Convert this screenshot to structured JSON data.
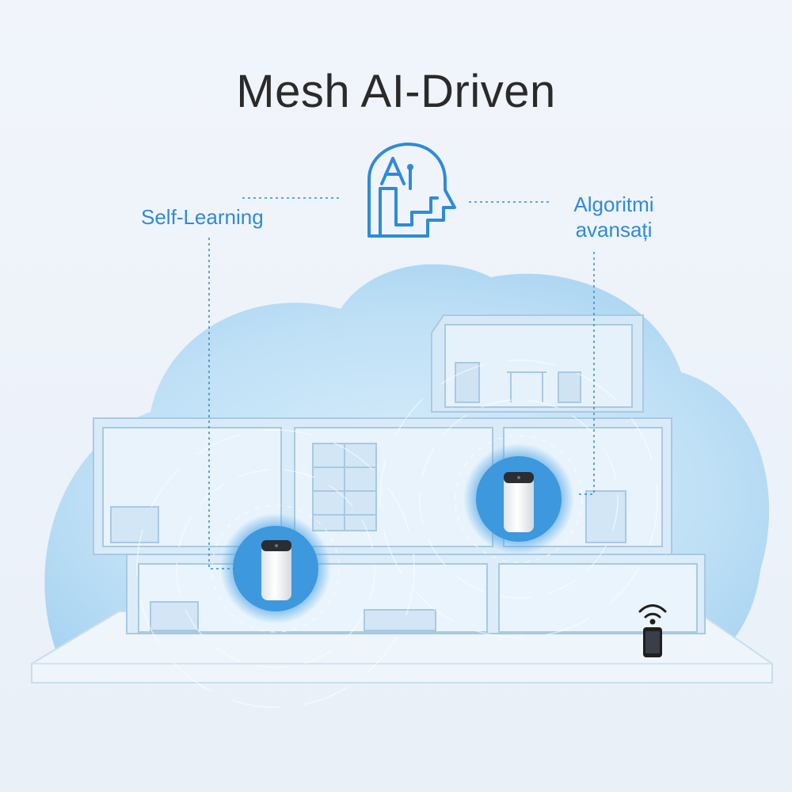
{
  "title": "Mesh AI-Driven",
  "features": {
    "left_label": "Self-Learning",
    "right_label_line1": "Algoritmi",
    "right_label_line2": "avansați"
  },
  "colors": {
    "accent": "#2f8bd6",
    "title": "#2a2a2a",
    "cloud": "#bfe0f6",
    "device_glow": "#4aa3e4"
  },
  "icons": {
    "ai": "ai-head-icon",
    "wifi": "wifi-icon",
    "phone": "smartphone-icon",
    "router": "mesh-router-icon"
  }
}
